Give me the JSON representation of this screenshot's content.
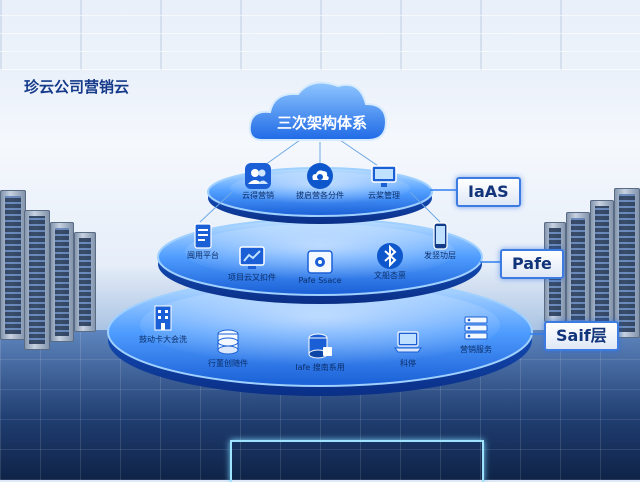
{
  "brand": "珍云公司营销云",
  "cloud_title": "三次架构体系",
  "tiers": {
    "top": {
      "tag": "IaAS",
      "items": [
        {
          "label": "云得营销",
          "icon": "users-icon"
        },
        {
          "label": "拔启营各分件",
          "icon": "cloud-sync-icon"
        },
        {
          "label": "云桨管理",
          "icon": "monitor-icon"
        }
      ]
    },
    "middle": {
      "tag": "Pafe",
      "items": [
        {
          "label": "闽用平台",
          "icon": "document-icon"
        },
        {
          "label": "项目云又扣件",
          "icon": "monitor-chart-icon"
        },
        {
          "label": "Pafe Ssace",
          "icon": "gear-box-icon"
        },
        {
          "label": "文船杏禀",
          "icon": "bluetooth-icon"
        },
        {
          "label": "发竖功层",
          "icon": "smartphone-icon"
        }
      ]
    },
    "bottom": {
      "tag": "Saif层",
      "items": [
        {
          "label": "鼓动卡大会洗",
          "icon": "building-icon"
        },
        {
          "label": "行董创随件",
          "icon": "database-icon"
        },
        {
          "label": "Iafe 搜南系用",
          "icon": "database-lock-icon"
        },
        {
          "label": "科停",
          "icon": "laptop-icon"
        },
        {
          "label": "营销服务",
          "icon": "server-stack-icon"
        }
      ]
    }
  },
  "colors": {
    "accent": "#2f7ff0",
    "disc_top": "#6fb4ff",
    "disc_dark": "#0f4fc8",
    "brand": "#153a8a"
  }
}
